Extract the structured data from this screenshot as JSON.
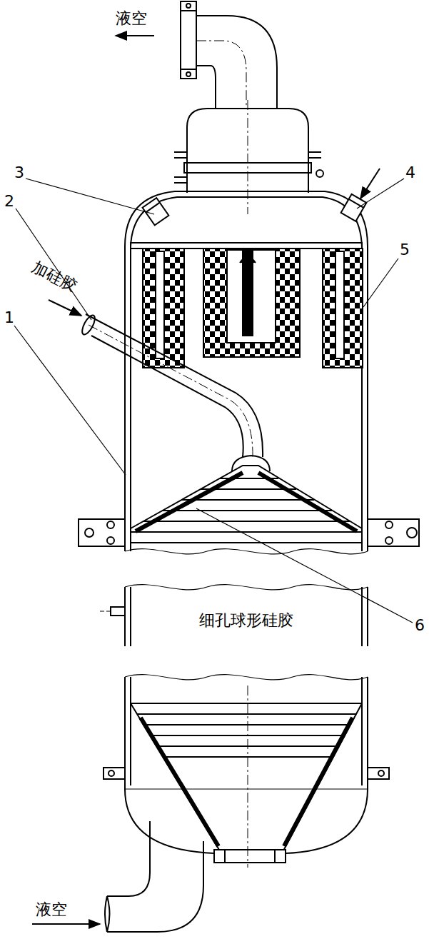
{
  "diagram": {
    "labels": [
      "液空",
      "3",
      "4",
      "2",
      "5",
      "加硅胶",
      "1",
      "6",
      "细孔球形硅胶",
      "液空"
    ]
  }
}
